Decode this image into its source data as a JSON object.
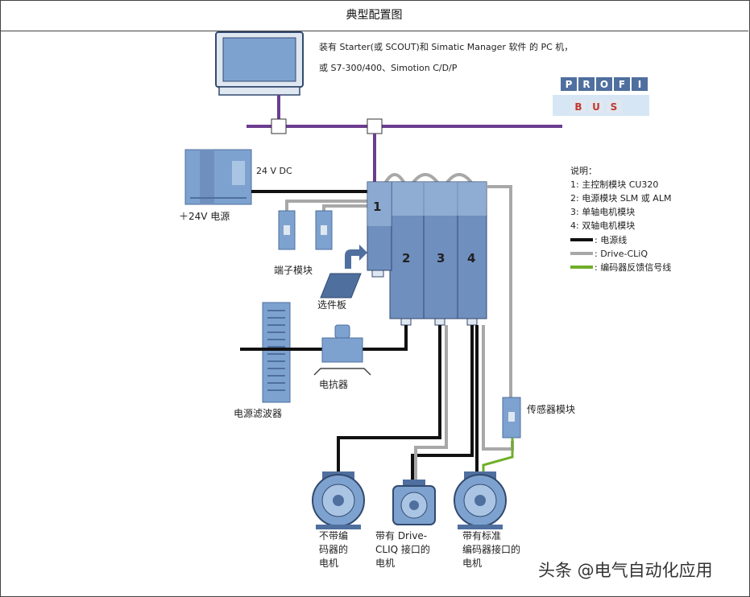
{
  "title": "典型配置图",
  "pc_text_line1": "装有 Starter(或 SCOUT)和 Simatic Manager 软件 的 PC 机，",
  "pc_text_line2": "或 S7-300/400、Simotion C/D/P",
  "profibus_top": [
    "P",
    "R",
    "O",
    "F",
    "I"
  ],
  "profibus_bottom": [
    "B",
    "U",
    "S"
  ],
  "supply_voltage_label": "24 V DC",
  "supply_label": "＋24V 电源",
  "terminal_module_label": "端子模块",
  "option_board_label": "选件板",
  "line_filter_label": "电源滤波器",
  "reactor_label": "电抗器",
  "sensor_module_label": "传感器模块",
  "module_numbers": [
    "1",
    "2",
    "3",
    "4"
  ],
  "legend": {
    "title": "说明：",
    "items": [
      "1: 主控制模块 CU320",
      "2: 电源模块 SLM 或 ALM",
      "3: 单轴电机模块",
      "4: 双轴电机模块"
    ],
    "lines": [
      {
        "label": ": 电源线",
        "color": "#111111"
      },
      {
        "label": ": Drive-CLiQ",
        "color": "#a8a8a8"
      },
      {
        "label": ": 编码器反馈信号线",
        "color": "#6fae2a"
      }
    ]
  },
  "motor_labels": [
    [
      "不带编",
      "码器的",
      "电机"
    ],
    [
      "带有 Drive-",
      "CLIQ 接口的",
      "电机"
    ],
    [
      "带有标准",
      "编码器接口的",
      "电机"
    ]
  ],
  "watermark": "头条 @电气自动化应用",
  "colors": {
    "bus": "#6b3d8f",
    "module": "#6f8fbf",
    "module_dark": "#4f6f9f",
    "device": "#7ea2cf",
    "power_line": "#111111",
    "cliq_line": "#a8a8a8",
    "encoder_line": "#6fae2a"
  }
}
